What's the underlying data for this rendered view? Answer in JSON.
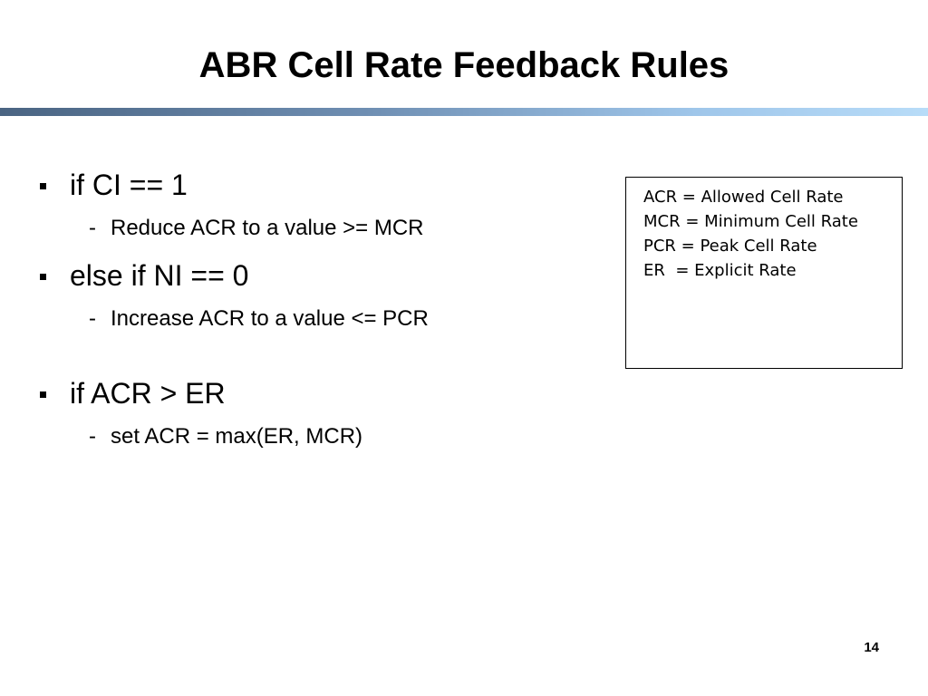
{
  "slide": {
    "title": "ABR Cell Rate Feedback Rules",
    "bullets": [
      {
        "text": "if CI == 1",
        "sub": [
          "Reduce ACR to a value >= MCR"
        ]
      },
      {
        "text": "else if NI == 0",
        "sub": [
          "Increase ACR  to a value <= PCR"
        ]
      },
      {
        "text": "if ACR > ER",
        "sub": [
          "set ACR = max(ER, MCR)"
        ]
      }
    ],
    "sub_marker": "-",
    "legend": [
      "ACR = Allowed Cell Rate",
      "MCR = Minimum Cell Rate",
      "PCR = Peak Cell Rate",
      "ER  = Explicit Rate"
    ],
    "page_number": "14"
  },
  "colors": {
    "bar_start": "#4a6482",
    "bar_end": "#b8dcf8"
  }
}
